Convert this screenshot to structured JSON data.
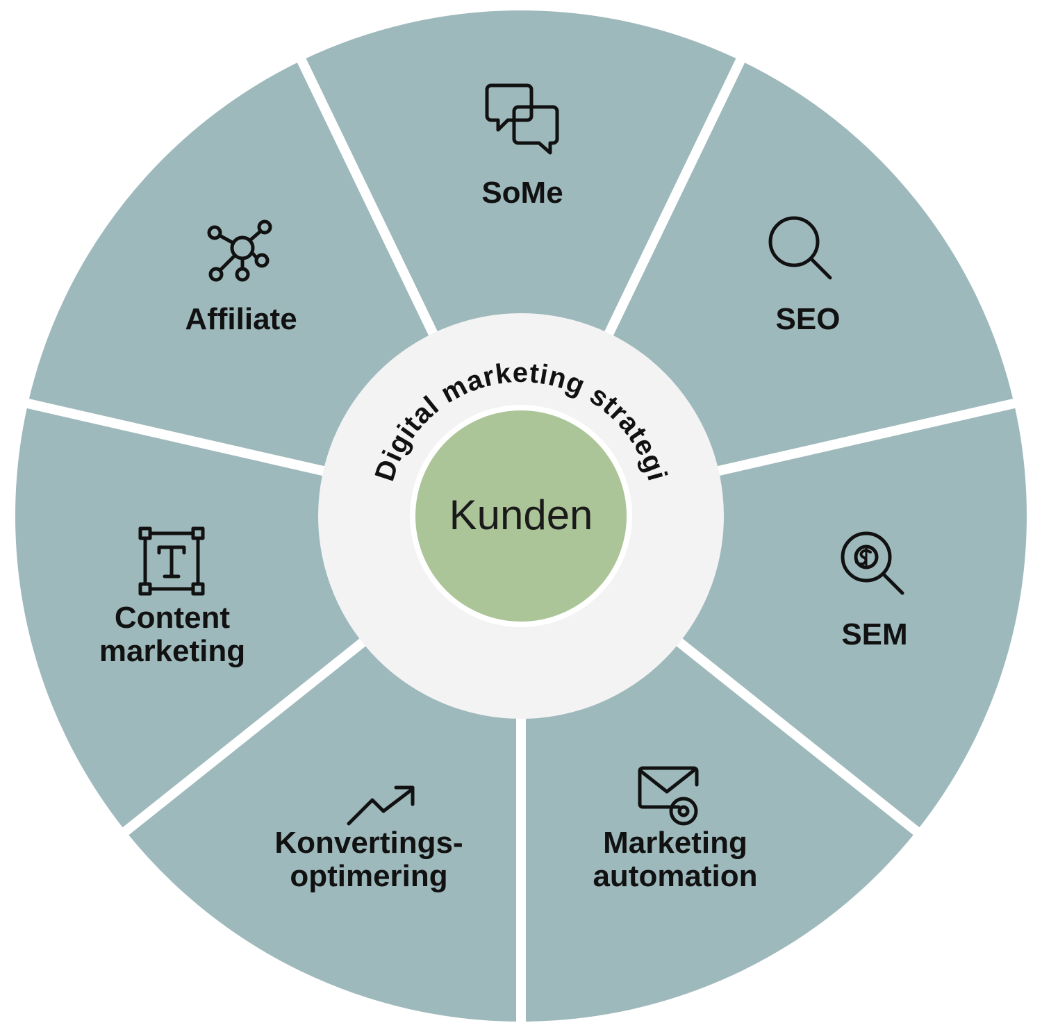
{
  "colors": {
    "segment_fill": "#9eb9bc",
    "ring_fill": "#f3f3f3",
    "center_fill": "#abc598",
    "separator": "#ffffff",
    "text": "#111111"
  },
  "diagram": {
    "ring_title": "Digital marketing strategi",
    "center_label": "Kunden",
    "segments": [
      {
        "lines": [
          "SoMe"
        ],
        "icon": "chat-bubbles-icon"
      },
      {
        "lines": [
          "SEO"
        ],
        "icon": "search-icon"
      },
      {
        "lines": [
          "SEM"
        ],
        "icon": "dollar-search-icon"
      },
      {
        "lines": [
          "Marketing",
          "automation"
        ],
        "icon": "mail-gear-icon"
      },
      {
        "lines": [
          "Konvertings-",
          "optimering"
        ],
        "icon": "trend-up-icon"
      },
      {
        "lines": [
          "Content",
          "marketing"
        ],
        "icon": "text-frame-icon"
      },
      {
        "lines": [
          "Affiliate"
        ],
        "icon": "network-icon"
      }
    ]
  }
}
